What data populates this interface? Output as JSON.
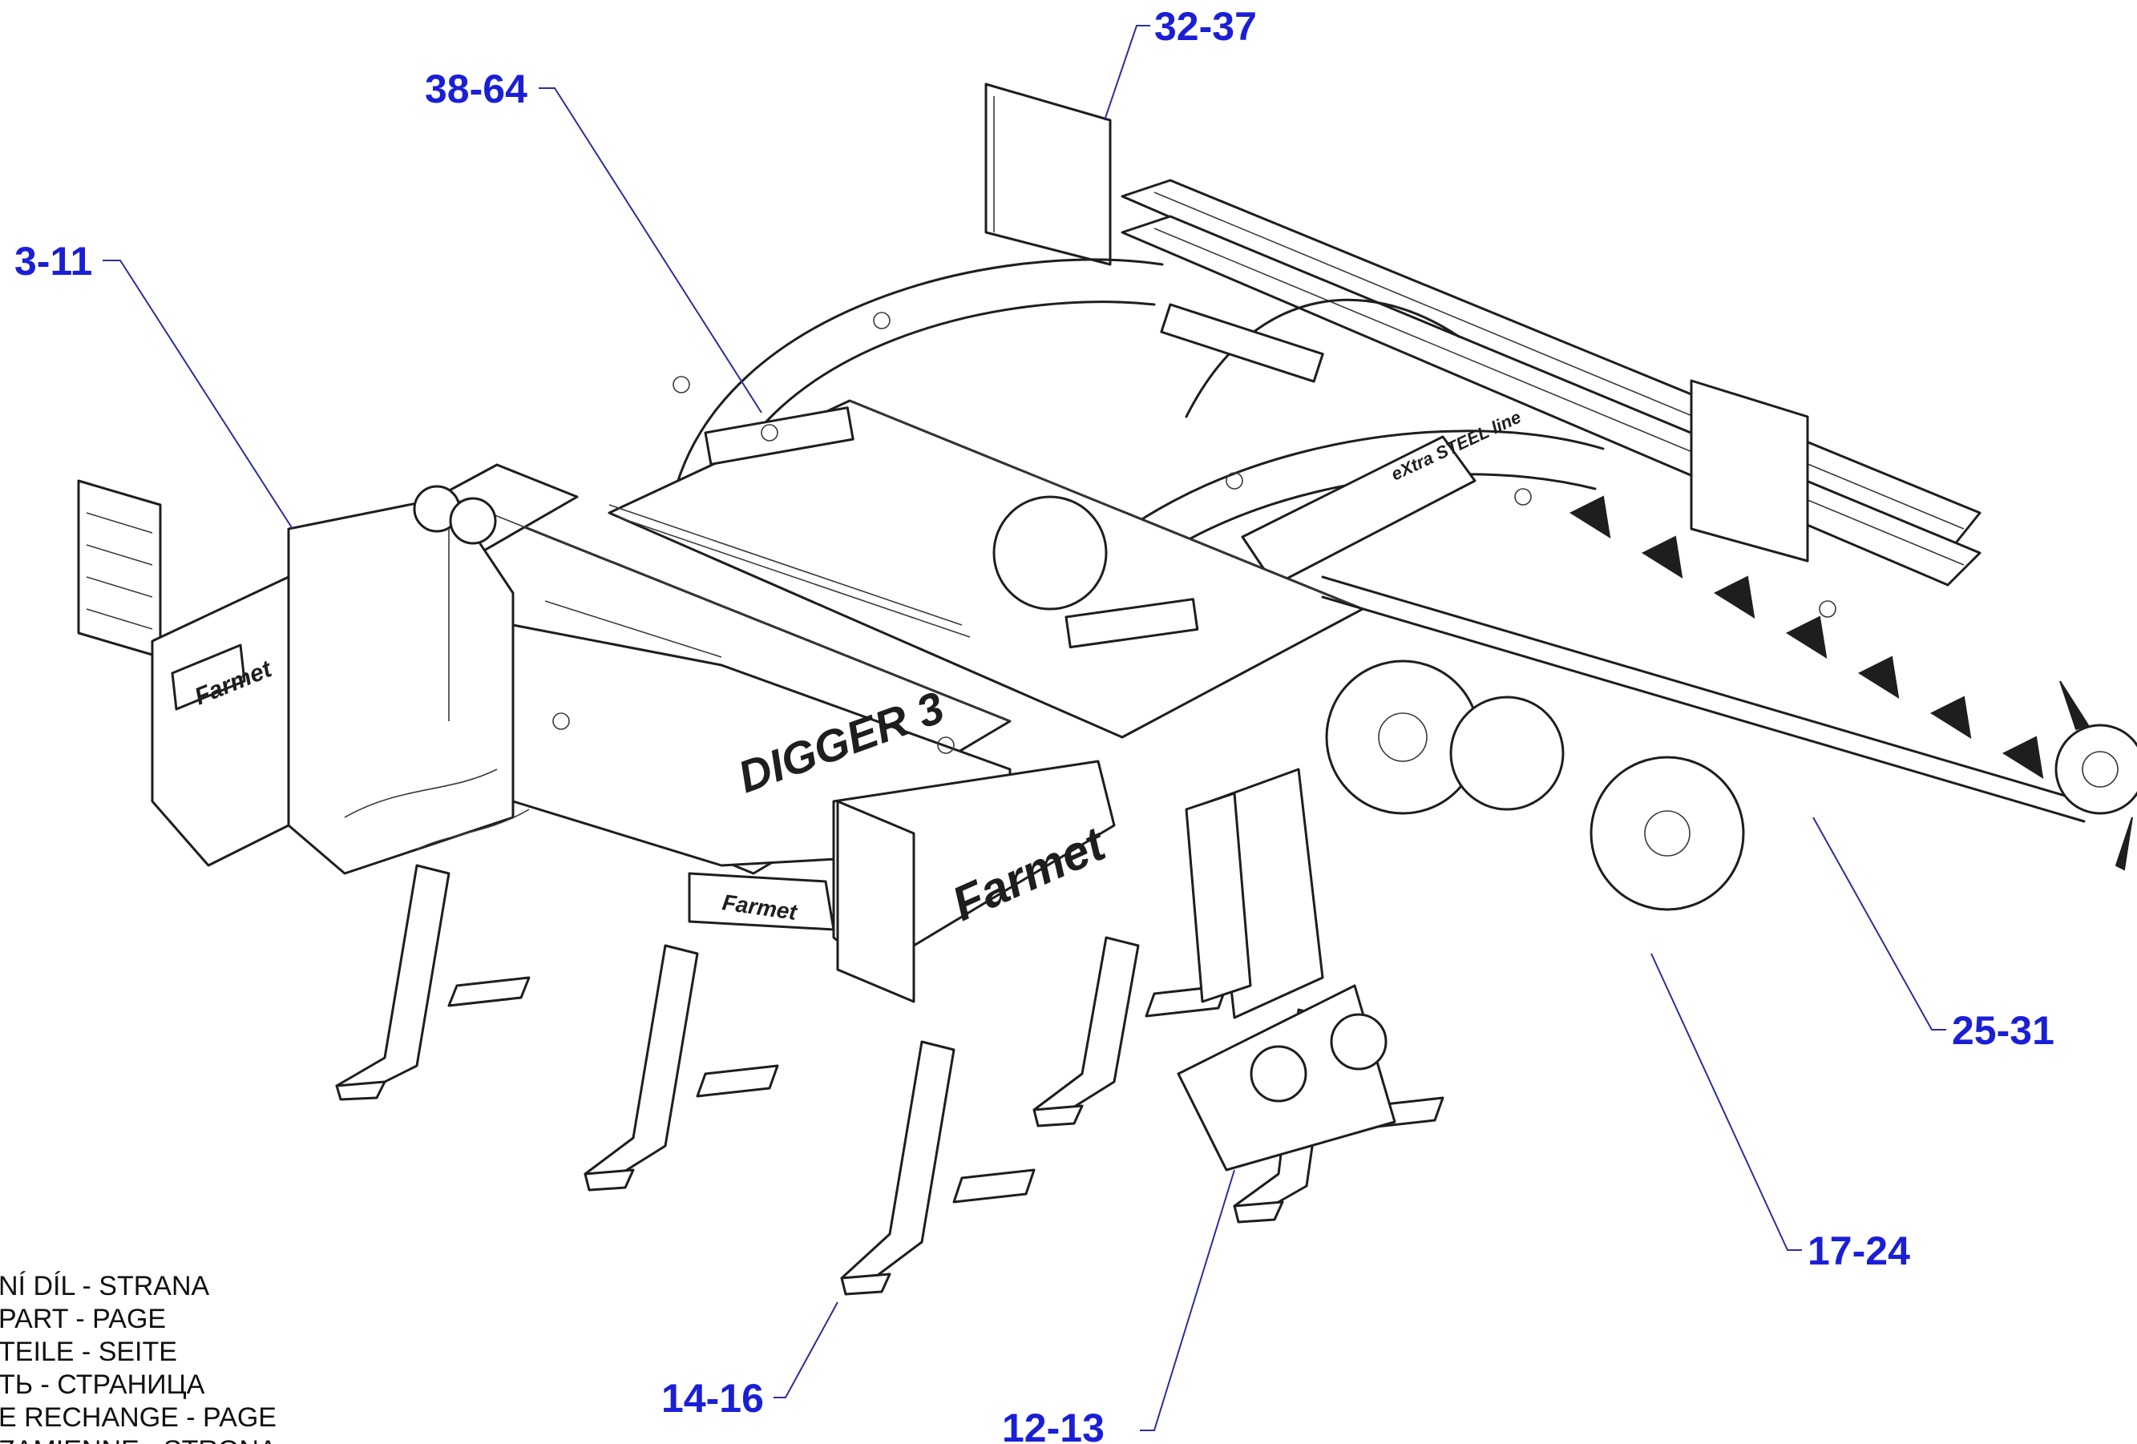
{
  "machine_labels": {
    "brand_main": "Farmet",
    "model": "DIGGER 3",
    "steel_line": "eXtra STEEL line"
  },
  "callouts": [
    {
      "id": "c-32-37",
      "text": "32-37"
    },
    {
      "id": "c-38-64",
      "text": "38-64"
    },
    {
      "id": "c-3-11",
      "text": "3-11"
    },
    {
      "id": "c-25-31",
      "text": "25-31"
    },
    {
      "id": "c-17-24",
      "text": "17-24"
    },
    {
      "id": "c-14-16",
      "text": "14-16"
    },
    {
      "id": "c-12-13",
      "text": "12-13"
    }
  ],
  "legend": [
    "NÍ DÍL - STRANA",
    "PART - PAGE",
    "TEILE - SEITE",
    "ТЬ - СТРАНИЦА",
    "E RECHANGE - PAGE",
    "ZAMIENNE - STRONA"
  ],
  "colors": {
    "callout": "#1a1fd6",
    "leader": "#2a2f9a",
    "ink": "#1e1e1e"
  }
}
